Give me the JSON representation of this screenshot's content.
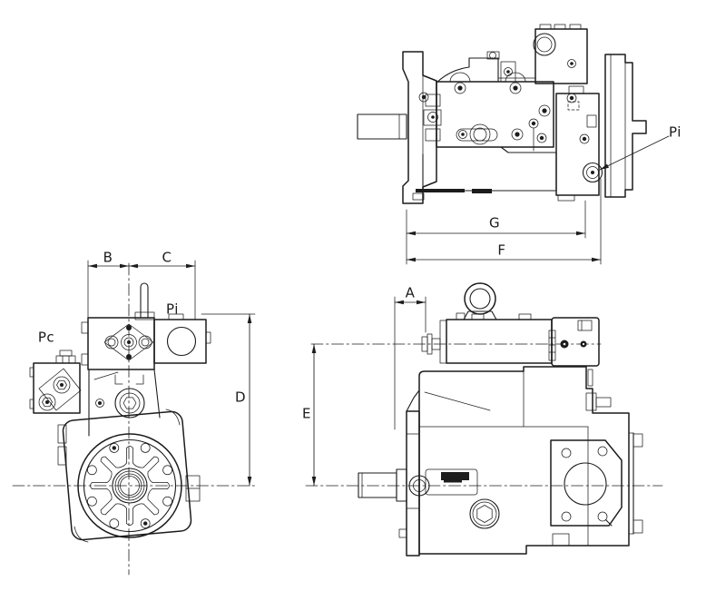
{
  "document": {
    "type": "technical-drawing",
    "subject": "axial piston hydraulic pump outline, three orthographic views",
    "views": [
      "top-view",
      "front-view",
      "side-view"
    ]
  },
  "colors": {
    "ink": "#1c1c1c",
    "paper": "#ffffff"
  },
  "annotations": {
    "dim_a": "A",
    "dim_b": "B",
    "dim_c": "C",
    "dim_d": "D",
    "dim_e": "E",
    "dim_f": "F",
    "dim_g": "G",
    "port_pi_top": "Pi",
    "port_pi_front": "Pi",
    "port_pc": "Pc"
  }
}
